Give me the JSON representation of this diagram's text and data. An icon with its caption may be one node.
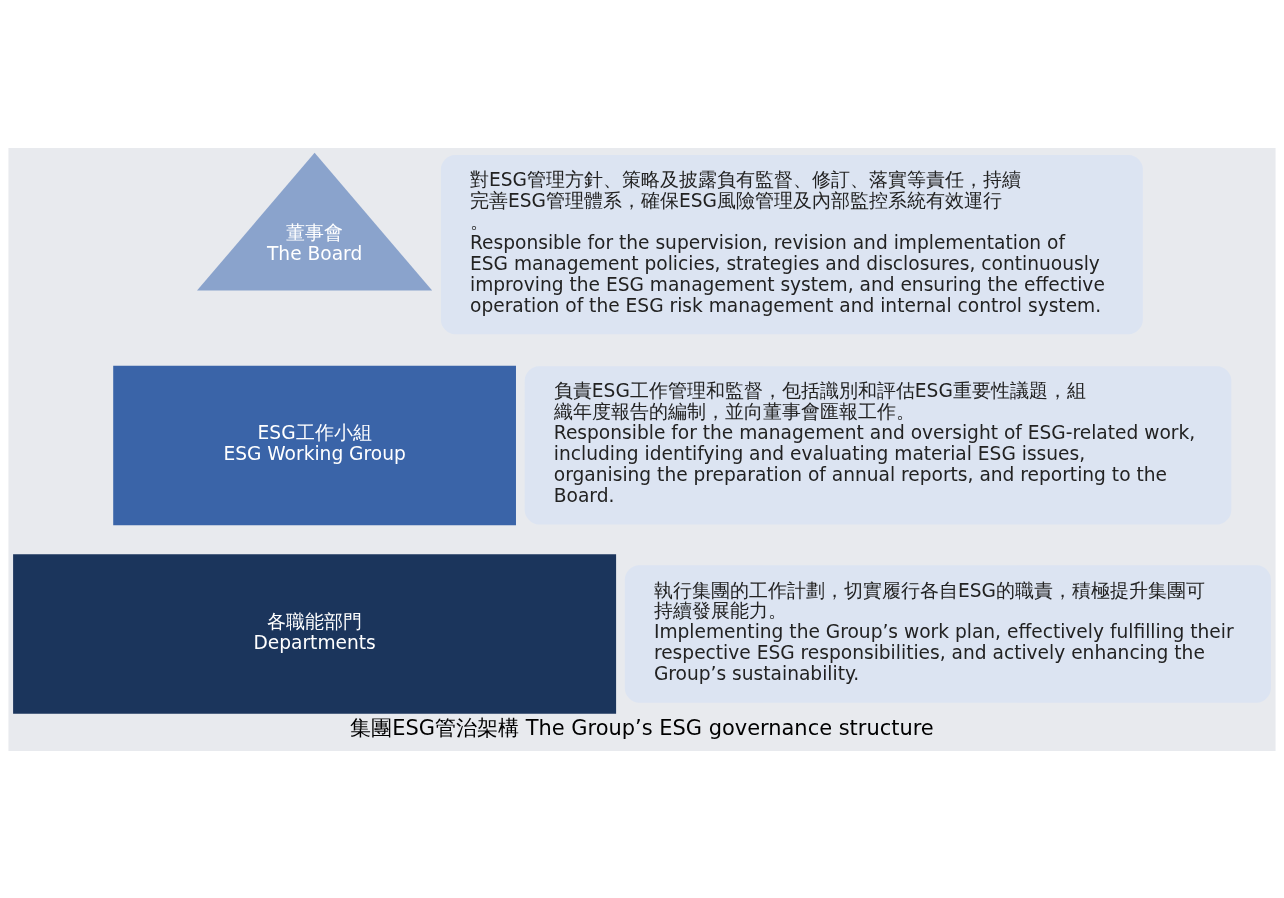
{
  "diagram": {
    "caption": "集團ESG管治架構 The Group’s ESG governance structure",
    "nodes": [
      {
        "text": [
          "董事會",
          "The Board"
        ]
      },
      {
        "text": [
          "對ESG管理方針、策略及披露負有監督、修訂、落實等責任，持續完善ESG管理體系，確保ESG風險管理及內部監控系統有效運行。",
          "Responsible for the supervision, revision and implementation of ESG management policies, strategies and disclosures, continuously improving the ESG management system, and ensuring the effective operation of the ESG risk management and internal control system."
        ]
      },
      {
        "text": [
          "ESG工作小組",
          "ESG Working Group"
        ]
      },
      {
        "text": [
          "負責ESG工作管理和監督，包括識別和評估ESG重要性議題，組織年度報告的編制，並向董事會匯報工作。",
          "Responsible for the management and oversight of ESG-related work, including identifying and evaluating material ESG issues, organising the preparation of annual reports, and reporting to the Board."
        ]
      },
      {
        "text": [
          "各職能部門",
          "Departments"
        ]
      },
      {
        "text": [
          "執行集團的工作計劃，切實履行各自ESG的職責，積極提升集團可持續發展能力。",
          "Implementing the Group’s work plan, effectively fulfilling their respective ESG responsibilities, and actively enhancing the Group’s sustainability."
        ]
      }
    ],
    "edges": []
  }
}
